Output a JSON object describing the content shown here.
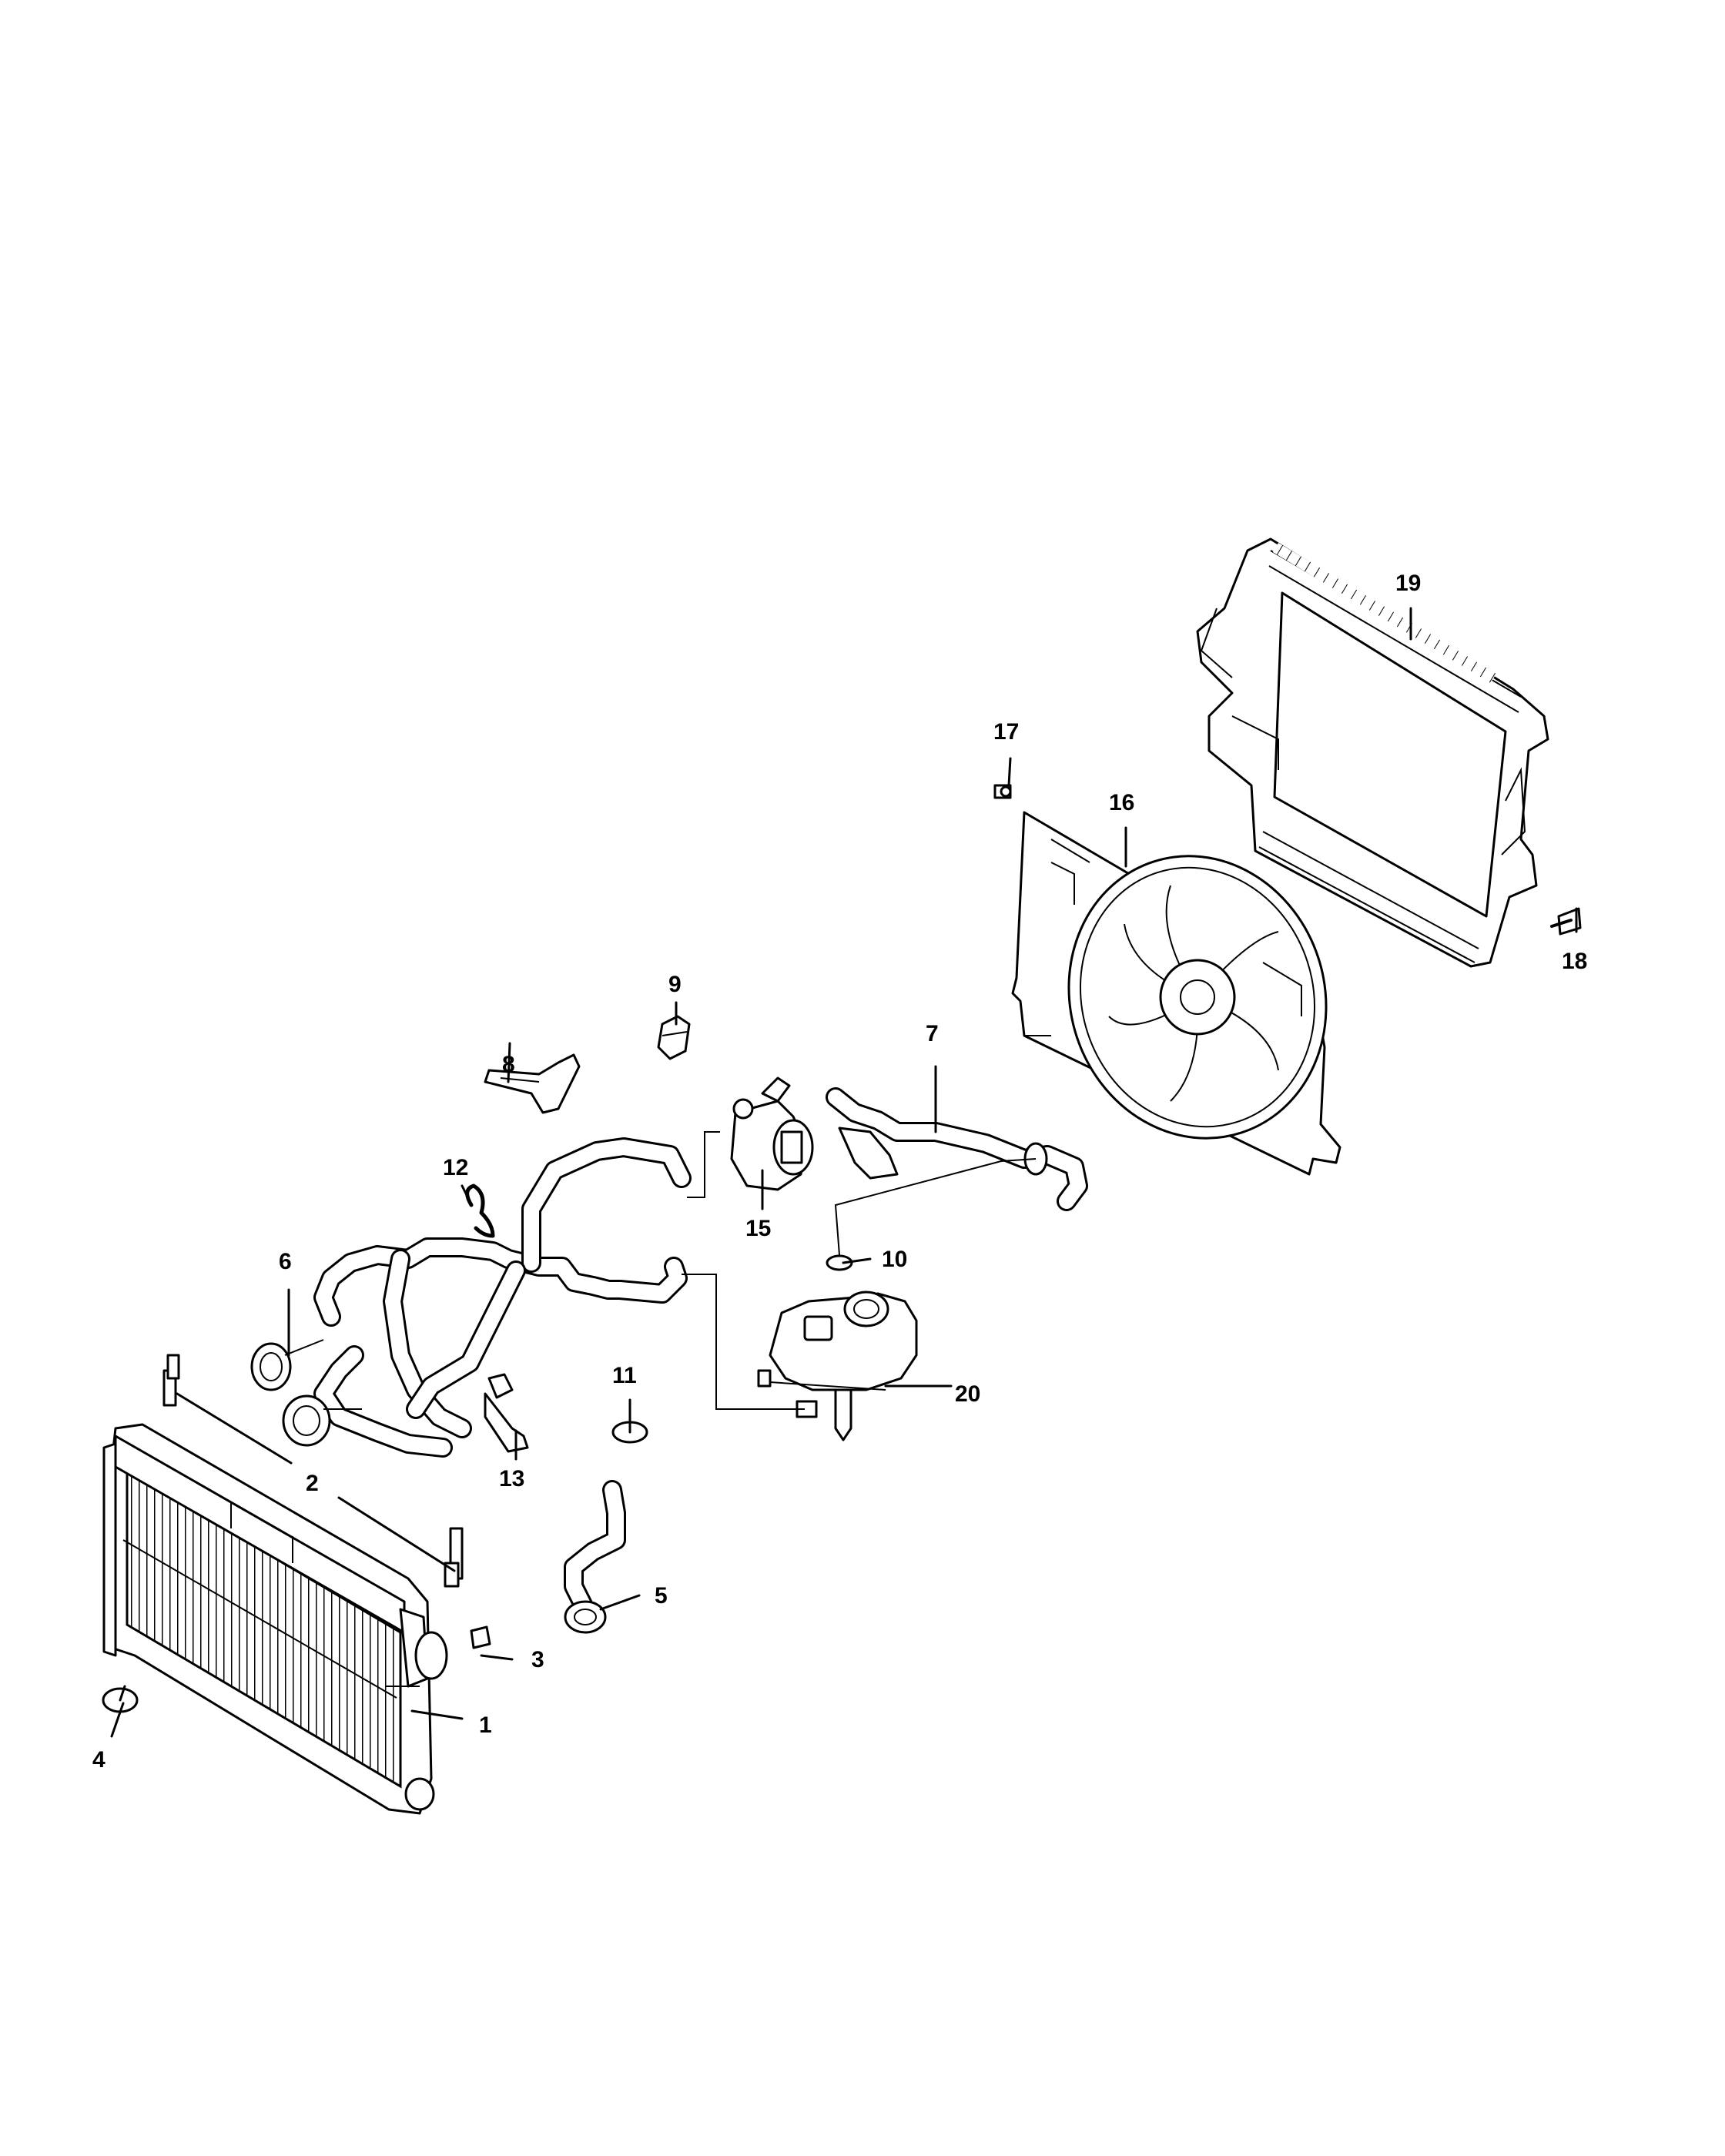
{
  "callouts": {
    "c1": "1",
    "c2": "2",
    "c3": "3",
    "c4": "4",
    "c5": "5",
    "c6": "6",
    "c7": "7",
    "c8": "8",
    "c9": "9",
    "c10": "10",
    "c11": "11",
    "c12": "12",
    "c13": "13",
    "c15": "15",
    "c16": "16",
    "c17": "17",
    "c18": "18",
    "c19": "19",
    "c20": "20"
  }
}
